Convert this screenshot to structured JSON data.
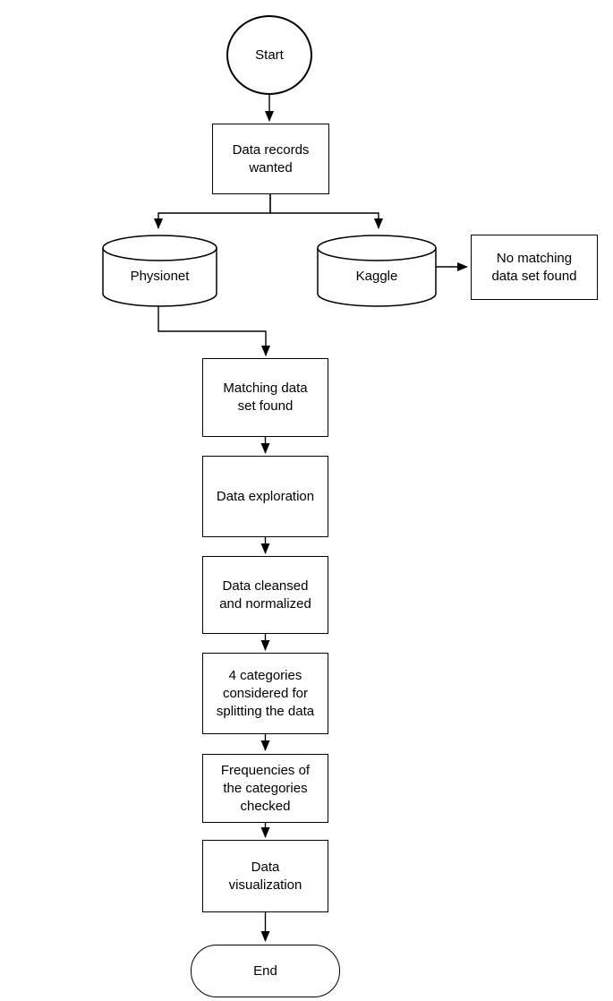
{
  "diagram": {
    "type": "flowchart",
    "colors": {
      "stroke": "#000000",
      "fill": "#ffffff",
      "text": "#000000"
    },
    "nodes": {
      "start": {
        "label": "Start",
        "shape": "circle"
      },
      "data_records": {
        "label": "Data records\nwanted",
        "shape": "rectangle"
      },
      "physionet": {
        "label": "Physionet",
        "shape": "database-cylinder"
      },
      "kaggle": {
        "label": "Kaggle",
        "shape": "database-cylinder"
      },
      "no_matching": {
        "label": "No matching\ndata set found",
        "shape": "rectangle"
      },
      "matching_found": {
        "label": "Matching data\nset found",
        "shape": "rectangle"
      },
      "data_exploration": {
        "label": "Data exploration",
        "shape": "rectangle"
      },
      "data_cleansed": {
        "label": "Data cleansed\nand normalized",
        "shape": "rectangle"
      },
      "four_categories": {
        "label": "4 categories\nconsidered for\nsplitting the data",
        "shape": "rectangle"
      },
      "frequencies": {
        "label": "Frequencies of\nthe categories\nchecked",
        "shape": "rectangle"
      },
      "data_visualization": {
        "label": "Data\nvisualization",
        "shape": "rectangle"
      },
      "end": {
        "label": "End",
        "shape": "terminator"
      }
    },
    "edges": [
      {
        "from": "start",
        "to": "data_records"
      },
      {
        "from": "data_records",
        "to": "physionet"
      },
      {
        "from": "data_records",
        "to": "kaggle"
      },
      {
        "from": "kaggle",
        "to": "no_matching"
      },
      {
        "from": "physionet",
        "to": "matching_found"
      },
      {
        "from": "matching_found",
        "to": "data_exploration"
      },
      {
        "from": "data_exploration",
        "to": "data_cleansed"
      },
      {
        "from": "data_cleansed",
        "to": "four_categories"
      },
      {
        "from": "four_categories",
        "to": "frequencies"
      },
      {
        "from": "frequencies",
        "to": "data_visualization"
      },
      {
        "from": "data_visualization",
        "to": "end"
      }
    ]
  }
}
